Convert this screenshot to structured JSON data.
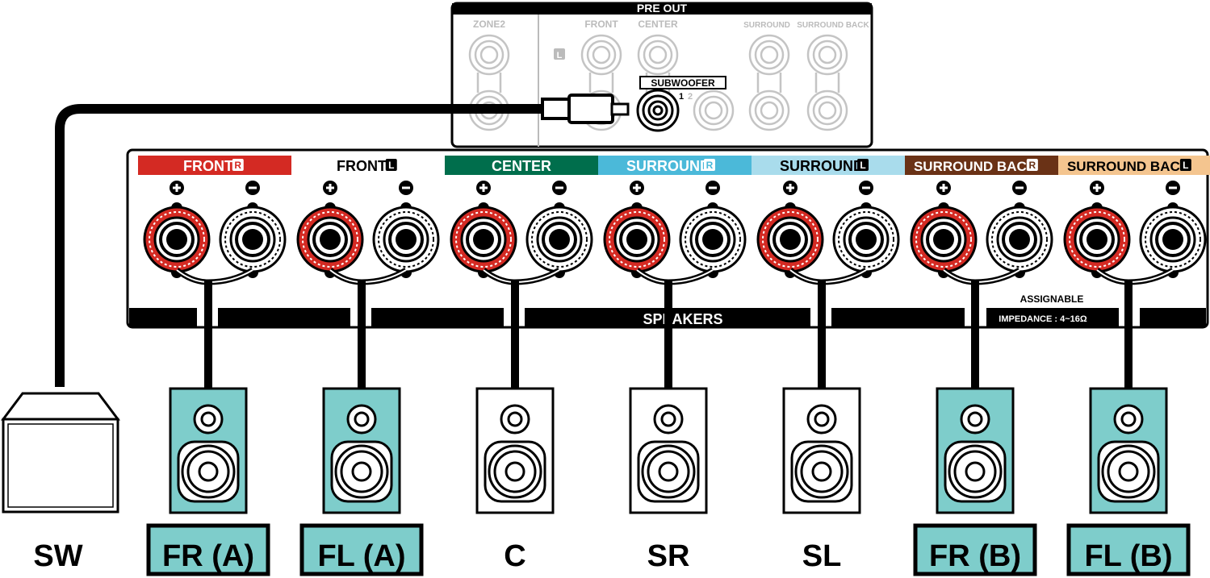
{
  "pre_out": {
    "title": "PRE OUT",
    "zone2": "ZONE2",
    "front": "FRONT",
    "center": "CENTER",
    "surround": "SURROUND",
    "surround_back": "SURROUND BACK",
    "channel_left": "L",
    "subwoofer": "SUBWOOFER",
    "sub_1": "1",
    "sub_2": "2"
  },
  "speakers_panel": {
    "label": "SPEAKERS",
    "assignable": "ASSIGNABLE",
    "impedance": "IMPEDANCE : 4~16Ω",
    "terminals": [
      {
        "label": "FRONT",
        "ch": "R",
        "color": "#d42a23",
        "dark": false
      },
      {
        "label": "FRONT",
        "ch": "L",
        "color": "#ffffff",
        "dark": true
      },
      {
        "label": "CENTER",
        "ch": "",
        "color": "#006e4c",
        "dark": false
      },
      {
        "label": "SURROUND",
        "ch": "R",
        "color": "#4bb9d9",
        "dark": false
      },
      {
        "label": "SURROUND",
        "ch": "L",
        "color": "#a9dcec",
        "dark": true
      },
      {
        "label": "SURROUND BACK",
        "ch": "R",
        "color": "#6a3216",
        "dark": false
      },
      {
        "label": "SURROUND BACK",
        "ch": "L",
        "color": "#f4c58f",
        "dark": true
      }
    ]
  },
  "speakers": [
    {
      "label": "FR (A)",
      "highlight": true
    },
    {
      "label": "FL (A)",
      "highlight": true
    },
    {
      "label": "C",
      "highlight": false
    },
    {
      "label": "SR",
      "highlight": false
    },
    {
      "label": "SL",
      "highlight": false
    },
    {
      "label": "FR (B)",
      "highlight": true
    },
    {
      "label": "FL (B)",
      "highlight": true
    }
  ],
  "subwoofer_label": "SW",
  "colors": {
    "highlight": "#7ecdcb",
    "terminal_red": "#d42a23",
    "line": "#000000"
  }
}
